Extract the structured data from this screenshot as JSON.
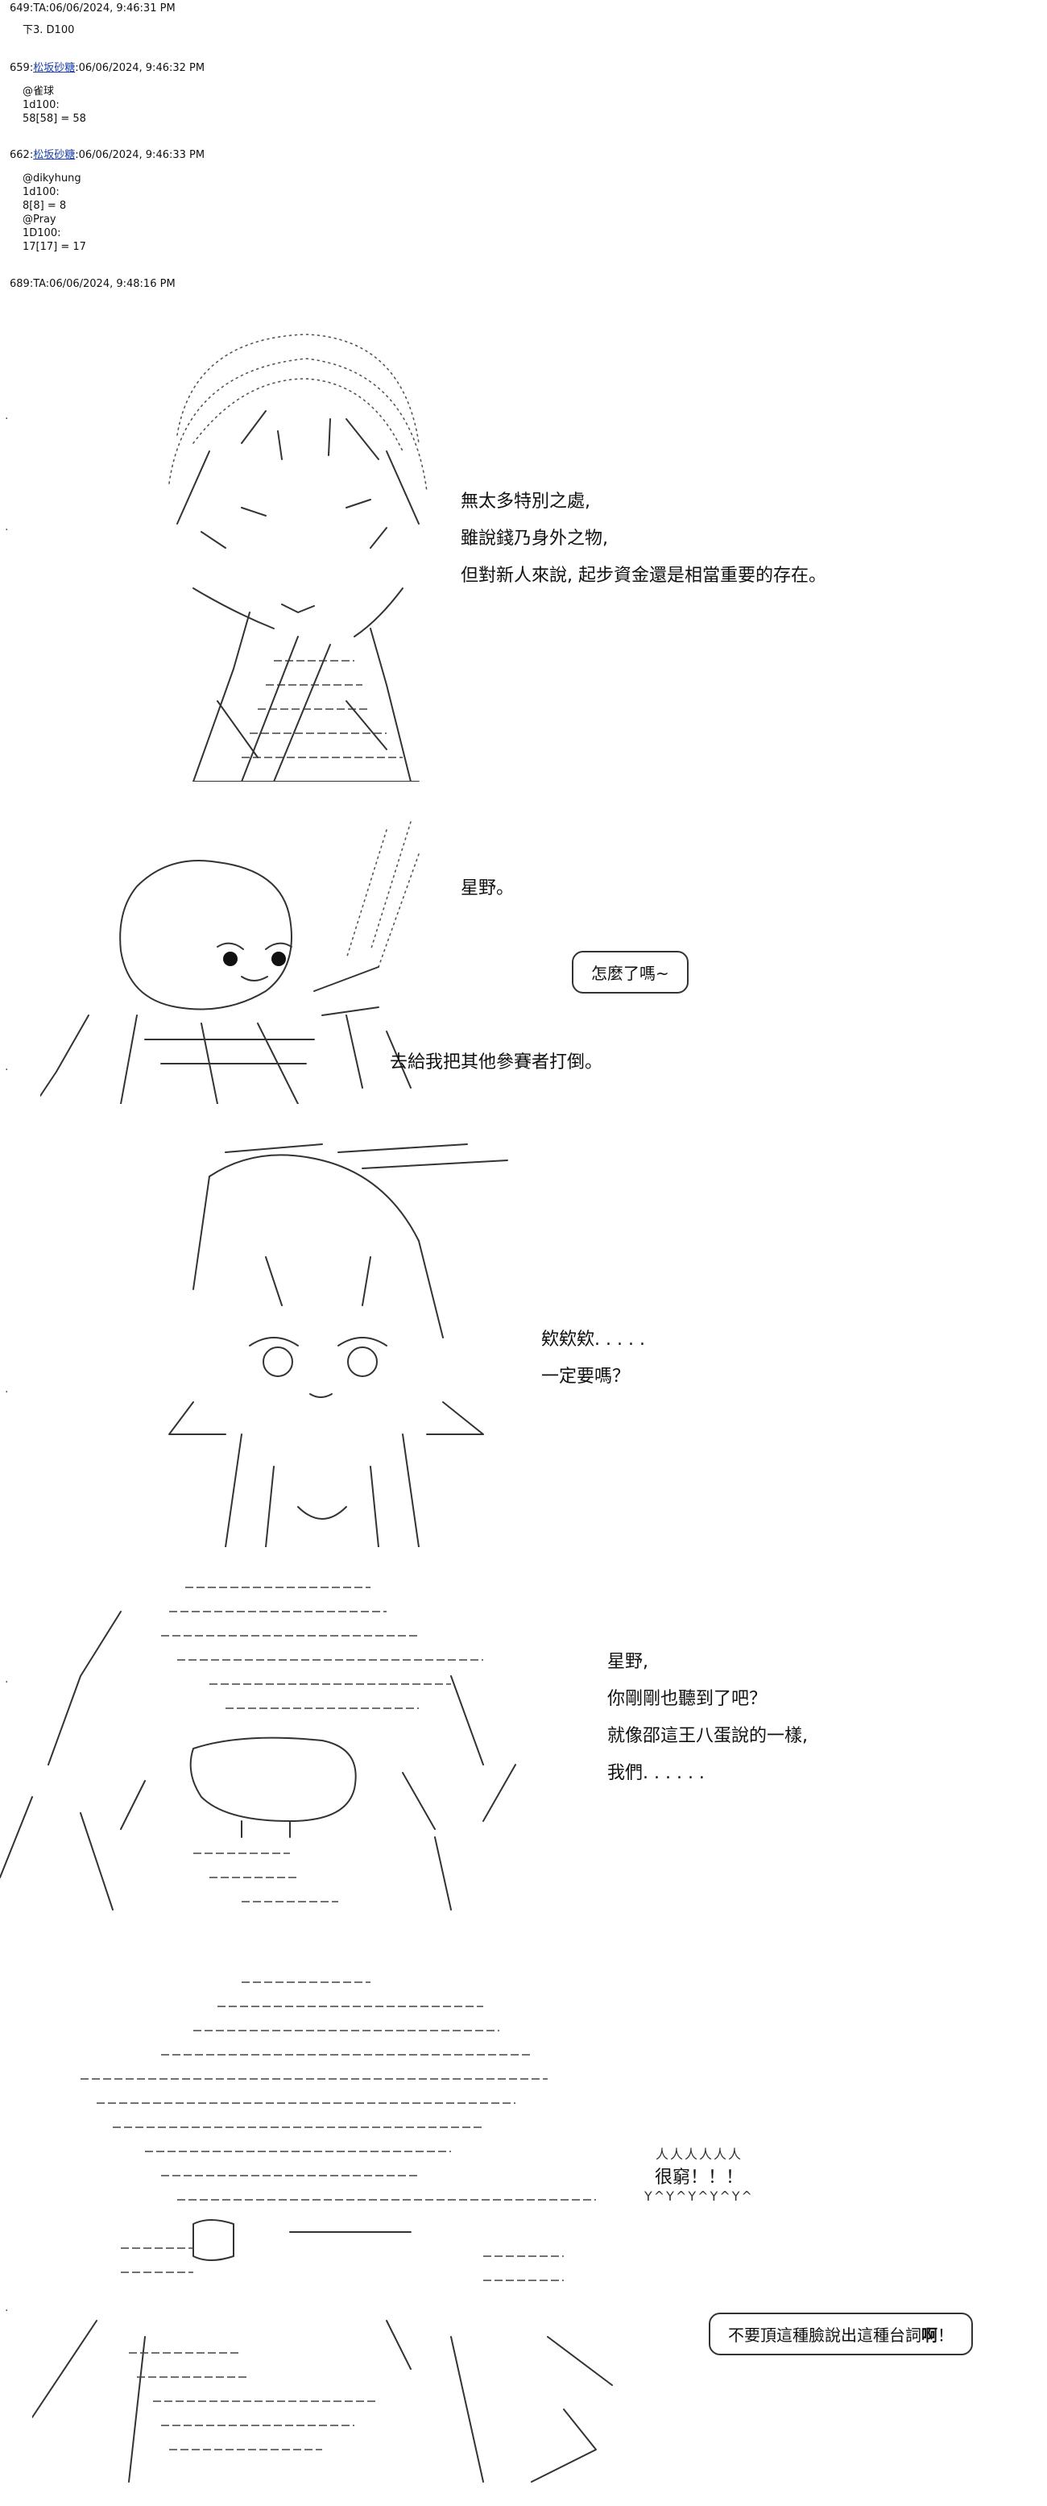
{
  "posts": [
    {
      "header": "649:TA:06/06/2024, 9:46:31 PM",
      "author_link": "",
      "lines": "下3. D100"
    },
    {
      "header_prefix": "659:",
      "author_link": "松坂砂糖",
      "header_suffix": ":06/06/2024, 9:46:32 PM",
      "lines": "@雀球\n1d100:\n58[58] = 58"
    },
    {
      "header_prefix": "662:",
      "author_link": "松坂砂糖",
      "header_suffix": ":06/06/2024, 9:46:33 PM",
      "lines": "@dikyhung\n1d100:\n8[8] = 8\n@Pray\n1D100:\n17[17] = 17"
    },
    {
      "header": "689:TA:06/06/2024, 9:48:16 PM",
      "author_link": "",
      "lines": ""
    }
  ],
  "scene1": {
    "lines": [
      "無太多特別之處,",
      "雖說錢乃身外之物,",
      "但對新人來說, 起步資金還是相當重要的存在。"
    ]
  },
  "scene2": {
    "line1": "星野。",
    "bubble": "怎麼了嗎~",
    "line2": "去給我把其他參賽者打倒。"
  },
  "scene3": {
    "lines": [
      "欸欸欸. . . . .",
      "一定要嗎？"
    ]
  },
  "scene4": {
    "lines": [
      "星野,",
      "你剛剛也聽到了吧？",
      "就像邵這王八蛋說的一樣,",
      "我們. . . . . ."
    ]
  },
  "scene5": {
    "shout_top": "人人人人人人",
    "shout": "很窮！！！",
    "shout_bottom": "Y^Y^Y^Y^Y^",
    "bubble_prefix": "不要頂這種臉說出這種台詞",
    "bubble_strong": "啊",
    "bubble_suffix": "！"
  }
}
